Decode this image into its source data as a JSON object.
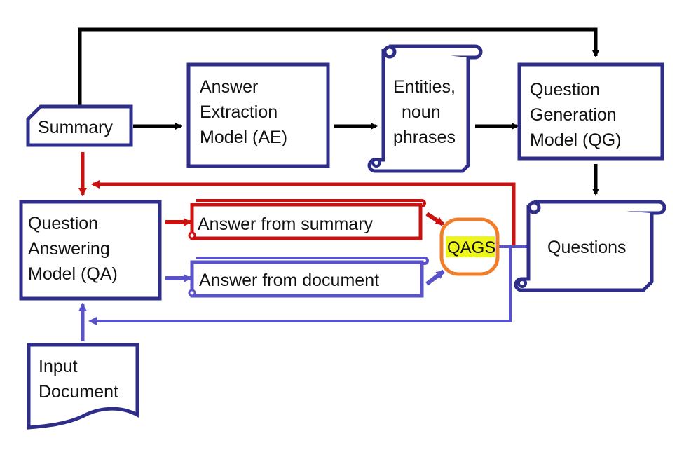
{
  "nodes": {
    "summary": "Summary",
    "ae": [
      "Answer",
      "Extraction",
      "Model (AE)"
    ],
    "entities": [
      "Entities,",
      "noun",
      "phrases"
    ],
    "qg": [
      "Question",
      "Generation",
      "Model (QG)"
    ],
    "qa": [
      "Question",
      "Answering",
      "Model (QA)"
    ],
    "answer_summary": "Answer from summary",
    "answer_document": "Answer from document",
    "qags": "QAGS",
    "questions": "Questions",
    "input_document": [
      "Input",
      "Document"
    ]
  },
  "colors": {
    "box_border": "#2e2e8a",
    "black_arrow": "#000000",
    "red_arrow": "#cc1111",
    "blue_arrow": "#5a52c8",
    "qags_border": "#f07d2a",
    "qags_fill": "#eef51a"
  }
}
